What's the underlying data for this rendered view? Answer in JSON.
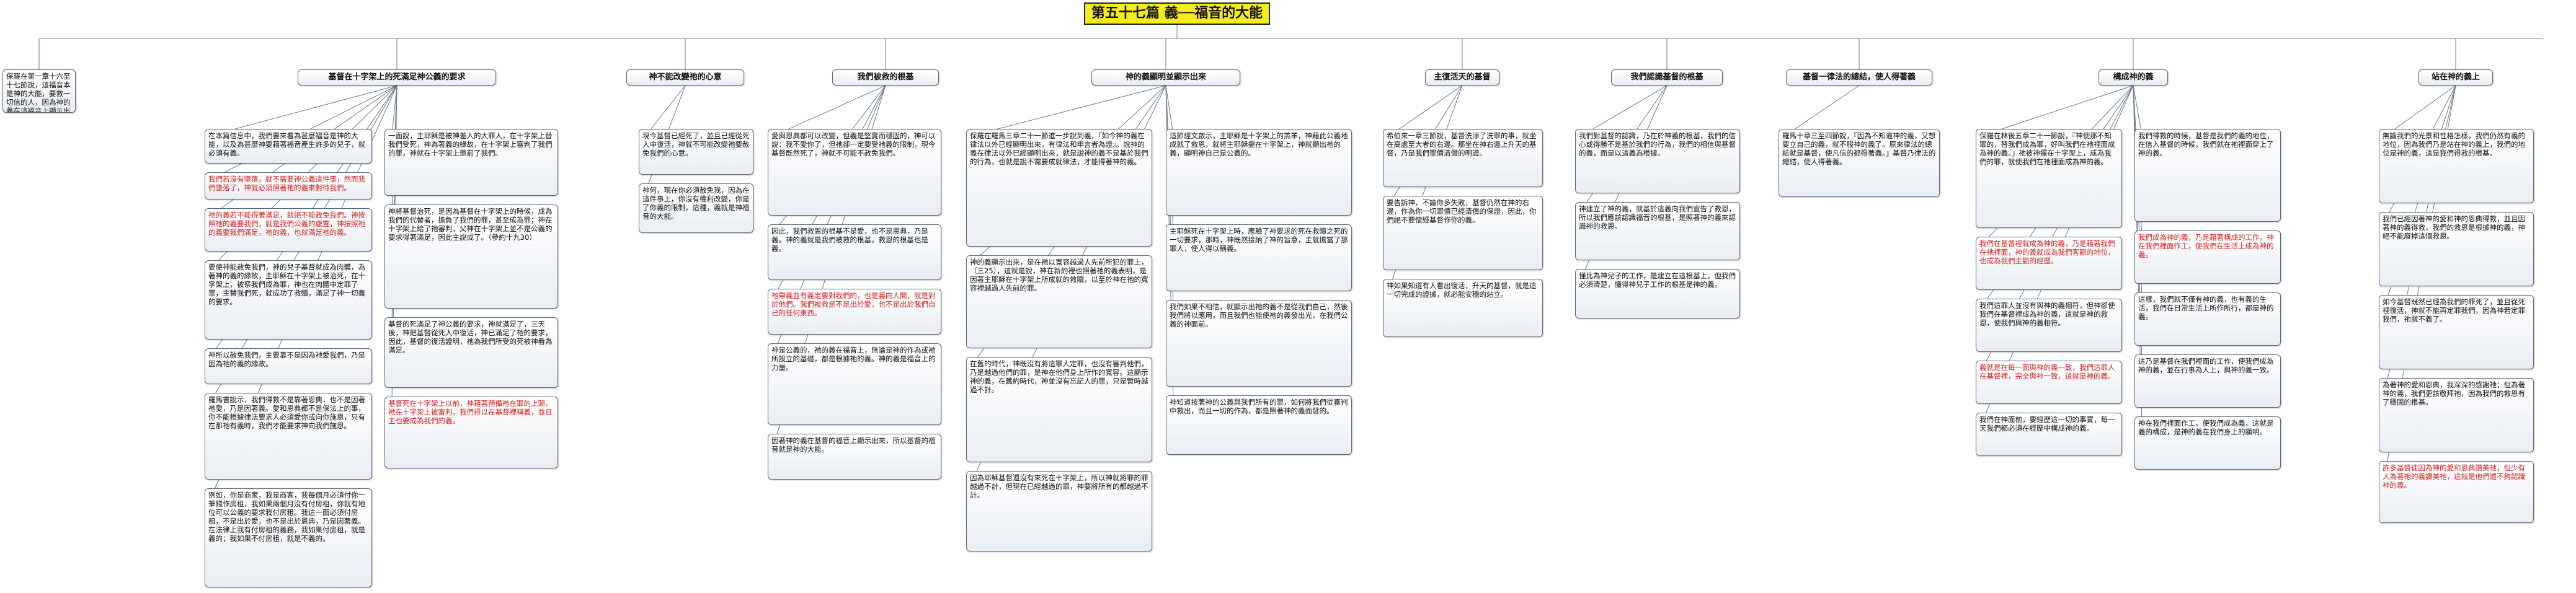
{
  "title": "第五十七篇 義──福音的大能",
  "colors": {
    "title_bg": "#f4ec1c",
    "red_text": "#d42020",
    "link": "#6a7a8a"
  },
  "topics": [
    "基督在十字架上的死滿足神公義的要求",
    "神不能改變祂的心意",
    "我們被救的根基",
    "神的義顯明並顯示出來",
    "主復活天的基督",
    "我們認識基督的根基",
    "基督一律法的總結，使人得著義",
    "構成神的義",
    "站在神的義上"
  ],
  "intro": "保羅在第一章十六至十七節說，這福音本是神的大能，要救一切信的人，因為神的義在這福音上顯示出來。",
  "t1": {
    "left": [
      "在本篇信息中，我們要來看為甚麼福音是神的大能，以及為甚麼神要藉著福音產生許多的兒子，就必須有義。",
      "我們若沒有墮落，就不需要神公義這件事，然而我們墮落了，神就必須照著祂的義來對待我們。",
      "祂的義若不能得著滿足，就絕不能赦免我們。神按照祂的義要我們，就是我們公義的處置，神按照祂的義要我們滿足，祂的義，也就滿足祂的義。",
      "要使神能赦免我們，神的兒子基督就成為肉體，為著神的義的緣故，主耶穌在十字架上被治死，在十字架上，被祭我們成為罪，神也在肉體中定罪了罪，主替我們死，就成功了救贖，滿足了神一切義的要求。",
      "神所以赦免我們，主要靠不是因為祂愛我們，乃是因為祂的義的緣故。",
      "羅馬書說示，我們得救不是靠著恩典，也不是因著祂愛，乃是因著義。愛和恩典都不是保法上的事，你不能根據律法要求人必須愛你或向你施恩，只有在那祂有義時，我們才能要求神向我們施恩。",
      "例如，你是商家，我是商客，我每個月必須付你一筆錢作房租，我如果兩個月沒有付房租，你就有地位可以公義的要求我付房租。我這一面必須付房租，不是出於愛，也不是出於恩典，乃是因著義。在法律上我有付房租的義務，我如果付房租，就是義的；我如果不付房租，就是不義的。"
    ],
    "right": [
      "一面說，主耶穌是被神差入的大罪人，在十字架上替我們受死，神為著義的緣故，在十字架上審判了我們的罪，神就在十字架上懲罰了我們。",
      "神將基督治死，是因為基督在十字架上的時候，成為我們的代替者，擔負了我們的罪，甚至成為罪；神在十字架上給了祂審判，父神在十字架上並不是公義的要求得著滿足，因此主說成了。（參約十九30）",
      "基督的死滿足了神公義的要求，神就滿足了，三天後，神把基督從死人中復活，神已滿足了祂的要求，因此，基督的復活證明，祂為我們所受的死被神看為滿足。",
      "基督死在十字架上以前，神藉著預備祂在罪的上頭，祂在十字架上被審判，我們得以在基督裡稱義，並且主也要成為我們的義。"
    ]
  },
  "t2": [
    "現今基督已經死了，並且已經從死人中復活，神就不可能改變祂要赦免我們的心意。",
    "神何，現在你必須赦免我，因為在這件事上，你沒有權利改變，你是了你義的限制，這種，義就是神福音的大能。"
  ],
  "t3": [
    "愛與恩典都可以改變，但義是堅實而穩固的，神可以說：我不愛你了，但祂卻一定要受祂義的限制，現今基督既然死了，神就不可能不赦免我們。",
    "因此，我們救恩的根基不是愛，也不是恩典，乃是義。神的義就是我們被救的根基，救恩的根基也是義。",
    "祂帶義並有義定要對我們的，也是義向人開，就是對於他們。我們被救是不是出於愛，也不是出於我們自己的任何東西。",
    "神是公義的，祂的義在福音上，無論是神的作為或祂所設立的基礎，都是根據祂的義。神的義是福音上的力量。",
    "因著神的義在基督的福音上顯示出來，所以基督的福音就是神的大能。"
  ],
  "t4": {
    "left": [
      "保羅在羅馬三章二十一節進一步說到義，『如今神的義在律法以外已經顯明出來，有律法和申言者為證』。說神的義在律法以外已經顯明出來，就是說神的義不是基於我們的行為，也就是說不需要成就律法，才能得著神的義。",
      "神的義顯示出來，是在祂以寬容越過人先前所犯的罪上，（三25），這就是說，神在新約裡也照著祂的義表明，是因著主耶穌在十字架上所成就的救贖，以至於神在祂的寬容裡越過人先前的罪。",
      "在舊的時代，神既沒有將這罪人定罪，也沒有審判他們，乃是越過他們的罪，是神在他們身上所作的寬容。這顯示神的義，在舊約時代，神並沒有忘記人的罪，只是暫時越過不計。",
      "因為耶穌基督還沒有來死在十字架上，所以神就將罪的罪越過不計，但現在已經越過的罪，神要將所有的都越過不計。"
    ],
    "right": [
      "這節經文啟示，主耶穌是十字架上的羔羊，神藉此公義地成就了救恩，就將主耶穌擺在十字架上，神就顯出祂的義，顯明神自己是公義的。",
      "主耶穌死在十字架上時，應驗了神要求的死在救贖之死的一切要求，那時，神既然接納了神的旨意，主就擔當了那罪人，使人得以稱義。",
      "我們如果不相信，就顯示出祂的義不是從我們自己，然後我們將以應用，而且我們也能使祂的義發出光，在我們公義的神面前。",
      "神知道按著神的公義與我們所有的罪，如何將我們從審判中救出，而且一切的作為，都是照著神的義而發的。"
    ]
  },
  "t5": [
    "希伯來一章三節說，基督洗淨了洗罪的事，就坐在高處至大者的右邊。那坐在神右邊上升天的基督，乃是我們罪債清償的明證。",
    "要告訴神，不論你多失敗，基督仍然在神的右邊，作為你一切罪債已經清償的保證，因此，你們絕不要懷疑基督作你的義。",
    "神如果知道有人看出復活，升天的基督，就是這一切完成的證據，就必能安穩的站立。"
  ],
  "t6": [
    "我們對基督的認識，乃在於神義的根基，我們的信心或得勝不是基於我們的行為，我們的相信與基督的義，而是以這義為根據。",
    "神建立了神的義，就基於這義向我們宣告了救恩，所以我們應該認識福音的根基，是照著神的義來認識神的救恩。",
    "懂比為神兒子的工作，是建立在這根基上，但我們必須清楚，懂得神兒子工作的根基是神的義。"
  ],
  "t7": [
    "羅馬十章三至四節說，『因為不知道神的義，又想要立自己的義，就不服神的義了。原來律法的總結就是基督，使凡信的都得著義。』基督乃律法的總結，使人得著義。"
  ],
  "t8": {
    "left": [
      "保羅在林後五章二十一節說，『神使那不知罪的，替我們成為罪，好叫我們在祂裡面成為神的義。』祂被神擺在十字架上，成為我們的罪，就使我們在祂裡面成為神的義。",
      "我們在基督裡就成為神的義，乃是藉著我們在祂裡面，神的義就成為我們客觀的地位，也成為我們主觀的經歷。",
      "我們這罪人並沒有與神的義相符，但神卻使我們在基督裡成為神的義，這就是神的救恩，使我們與神的義相符。",
      "義就是在每一面與神的義一致，我們這罪人在基督裡，完全與神一致，這就是神的義。",
      "我們在神面前，要經歷這一切的事實，每一天我們都必須在經歷中構成神的義。"
    ],
    "right": [
      "我們得救的時候，基督是我們的義的地位，在信入基督的時候，我們就在祂裡面穿上了神的義。",
      "我們成為神的義，乃是藉著構成的工作，神在我們裡面作工，使我們在生活上成為神的義。",
      "這樣，我們就不僅有神的義，也有義的生活，我們在日常生活上所作所行，都是神的義。",
      "這乃是基督在我們裡面的工作，使我們成為神的義，並在行事為人上，與神的義一致。",
      "神在我們裡面作工，使我們成為義，這就是義的構成，是神的義在我們身上的顯明。"
    ]
  },
  "t9": [
    "無論我們的光景和性格怎樣，我們仍然有義的地位，因為我們乃是站在神的義上，我們的地位是神的義，這是我們得救的根基。",
    "我們已經因著神的愛和神的恩典得救，並且因著神的義得救，我們的救恩是根據神的義，神絕不能廢掉這個救恩。",
    "如今基督既然已經為我們的罪死了，並且從死裡復活，神就不能再定罪我們，因為神若定罪我們，祂就不義了。",
    "為著神的愛和恩典，我深深的感謝祂；但為著神的義，我們更該敬拜祂，因為我們的救恩有了穩固的根基。",
    "許多基督徒因為神的愛和恩典讚美祂，但少有人為著祂的義讚美祂，這就是他們還不夠認識神的義。"
  ]
}
